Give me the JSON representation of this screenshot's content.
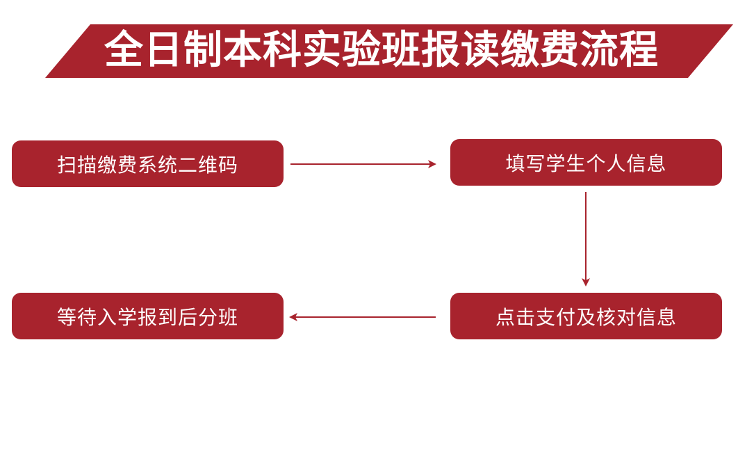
{
  "title": "全日制本科实验班报读缴费流程",
  "colors": {
    "primary": "#a8232d",
    "text_on_primary": "#ffffff",
    "arrow": "#a8232d",
    "background": "#ffffff"
  },
  "steps": [
    {
      "label": "扫描缴费系统二维码"
    },
    {
      "label": "填写学生个人信息"
    },
    {
      "label": "点击支付及核对信息"
    },
    {
      "label": "等待入学报到后分班"
    }
  ]
}
